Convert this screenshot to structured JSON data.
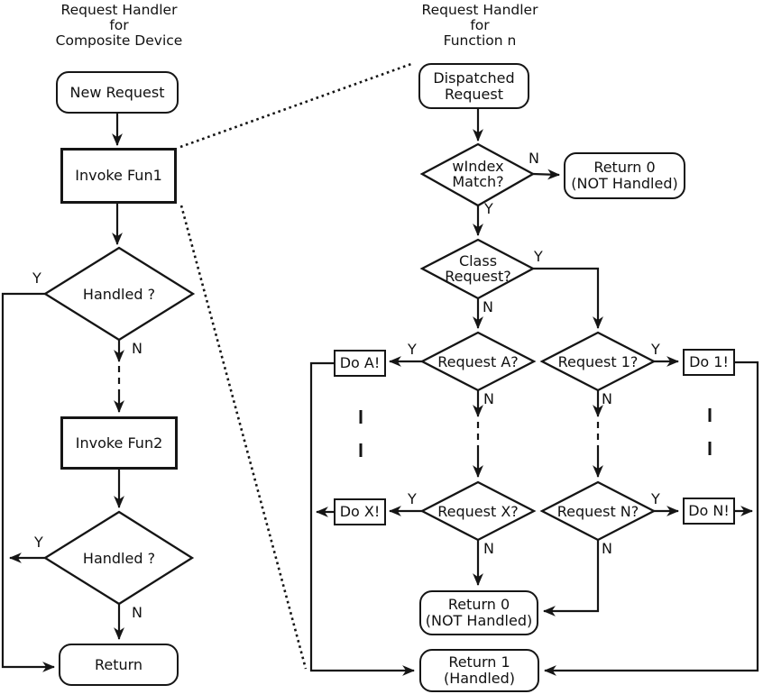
{
  "colors": {
    "ink": "#111111",
    "background": "#ffffff"
  },
  "left": {
    "title": "Request Handler\nfor\nComposite Device",
    "new_request": "New Request",
    "invoke_fun1": "Invoke Fun1",
    "handled1": "Handled ?",
    "handled1_y": "Y",
    "handled1_n": "N",
    "invoke_fun2": "Invoke Fun2",
    "handled2": "Handled ?",
    "handled2_y": "Y",
    "handled2_n": "N",
    "return": "Return"
  },
  "right": {
    "title": "Request Handler\nfor\nFunction n",
    "dispatched": "Dispatched\nRequest",
    "windex": "wIndex\nMatch?",
    "windex_n": "N",
    "windex_y": "Y",
    "return0_top": "Return 0\n(NOT Handled)",
    "class_request": "Class\nRequest?",
    "class_y": "Y",
    "class_n": "N",
    "request_a": "Request A?",
    "request_a_y": "Y",
    "request_a_n": "N",
    "do_a": "Do A!",
    "request_1": "Request 1?",
    "request_1_y": "Y",
    "request_1_n": "N",
    "do_1": "Do 1!",
    "request_x": "Request X?",
    "request_x_y": "Y",
    "request_x_n": "N",
    "do_x": "Do X!",
    "request_n": "Request N?",
    "request_n_y": "Y",
    "request_n_n": "N",
    "do_n": "Do N!",
    "return0_bottom": "Return 0\n(NOT Handled)",
    "return1": "Return 1\n(Handled)"
  }
}
